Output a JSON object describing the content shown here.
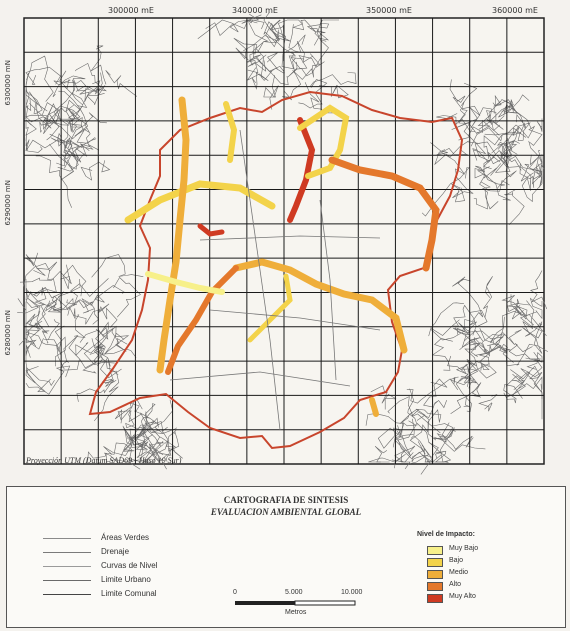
{
  "map": {
    "grid_labels_top": [
      "300000 mE",
      "340000 mE",
      "350000 mE",
      "360000 mE"
    ],
    "grid_labels_left": [
      "6300000 mN",
      "6290000 mN",
      "6280000 mN"
    ],
    "projection": "Proyección UTM (Datum SAD69 - Huso 19 Sur)"
  },
  "legend": {
    "title": "CARTOGRAFIA DE SINTESIS",
    "subtitle": "EVALUACION AMBIENTAL GLOBAL",
    "line_items": [
      {
        "label": "Áreas Verdes",
        "color": "#8a8a8a",
        "style": "solid"
      },
      {
        "label": "Drenaje",
        "color": "#7a7a7a",
        "style": "solid"
      },
      {
        "label": "Curvas de Nivel",
        "color": "#9a9a9a",
        "style": "solid"
      },
      {
        "label": "Limite Urbano",
        "color": "#6a6a6a",
        "style": "solid"
      },
      {
        "label": "Limite Comunal",
        "color": "#444444",
        "style": "solid"
      }
    ],
    "impact_title": "Nivel de Impacto:",
    "impact_items": [
      {
        "label": "Muy Bajo",
        "color": "#f7f08a"
      },
      {
        "label": "Bajo",
        "color": "#f3d34a"
      },
      {
        "label": "Medio",
        "color": "#efae3a"
      },
      {
        "label": "Alto",
        "color": "#e4782c"
      },
      {
        "label": "Muy Alto",
        "color": "#cf3a22"
      }
    ],
    "scale": {
      "labels": [
        "0",
        "5.000",
        "10.000"
      ],
      "unit": "Metros"
    }
  },
  "colors": {
    "urban_limit": "#c8452c",
    "grid": "#1a1a1a",
    "terrain": "#6b6b6b"
  }
}
